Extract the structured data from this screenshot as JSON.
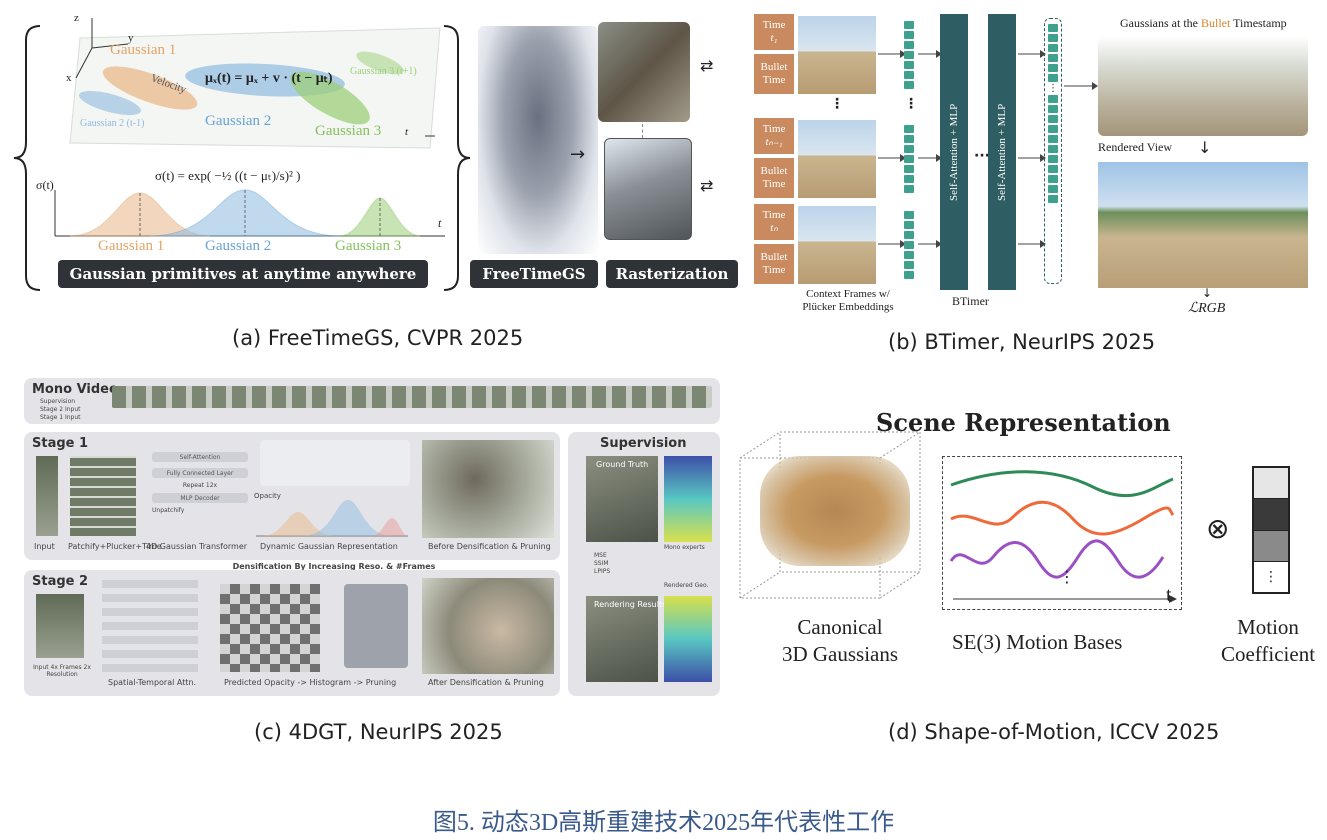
{
  "panel_a": {
    "caption": "(a)  FreeTimeGS, CVPR 2025",
    "gaussian_labels": [
      "Gaussian 1",
      "Gaussian 2",
      "Gaussian 3",
      "Gaussian 2 (t-1)",
      "Gaussian 3 (t+1)"
    ],
    "velocity_label": "Velocity",
    "mean_eq": "μₓ(t) = μₓ + v · (t − μₜ)",
    "sigma_eq": "σ(t) = exp( −½ ((t − μₜ)/s)² )",
    "sigma_axis": "σ(t)",
    "t_axis": "t",
    "axis_z": "z",
    "axis_y": "y",
    "axis_x": "x",
    "curve_labels": [
      "Gaussian 1",
      "Gaussian 2",
      "Gaussian 3"
    ],
    "bottom_banner": "Gaussian primitives at anytime anywhere",
    "freetimegs_label": "FreeTimeGS",
    "raster_label": "Rasterization",
    "colors": {
      "g1": "#e9b889",
      "g2": "#8fbbe0",
      "g3": "#9ccf7a"
    }
  },
  "panel_b": {
    "caption": "(b)  BTimer, NeurIPS 2025",
    "time_rows": [
      {
        "time": "Time",
        "sub": "t₁",
        "bullet": "Bullet Time"
      },
      {
        "time": "Time",
        "sub": "tₙ₋₁",
        "bullet": "Bullet Time"
      },
      {
        "time": "Time",
        "sub": "tₙ",
        "bullet": "Bullet Time"
      }
    ],
    "context_label": "Context Frames w/ Plücker Embeddings",
    "sa_label": "Self-Attention + MLP",
    "btimer_label": "BTimer",
    "gaussians_title_pre": "Gaussians at the ",
    "gaussians_title_hl": "Bullet",
    "gaussians_title_post": " Timestamp",
    "rendered_view": "Rendered View",
    "loss": "ℒRGB"
  },
  "panel_c": {
    "caption": "(c)  4DGT, NeurIPS 2025",
    "mono_video": "Mono Video",
    "legend": [
      "Supervision",
      "Stage 2 Input",
      "Stage 1 Input"
    ],
    "stage1": "Stage 1",
    "stage2": "Stage 2",
    "supervision": "Supervision",
    "s1_labels": [
      "Input",
      "Patchify+Plucker+Time",
      "4D Gaussian Transformer",
      "Dynamic Gaussian Representation",
      "Before Densification & Pruning"
    ],
    "s1_blocks": [
      "Self-Attention",
      "Fully Connected Layer",
      "Repeat 12x",
      "MLP Decoder",
      "Unpatchify"
    ],
    "opacity_label": "Opacity",
    "densify_banner": "Densification By Increasing Reso. & #Frames",
    "s2_labels": [
      "Input 4x Frames 2x Resolution",
      "Spatial-Temporal Attn.",
      "Predicted Opacity -> Histogram -> Pruning",
      "After Densification & Pruning"
    ],
    "sup_labels": [
      "Ground Truth",
      "Rendering Results",
      "Rendered Geo.",
      "Mono experts"
    ],
    "loss_labels": [
      "MSE",
      "SSIM",
      "LPIPS"
    ]
  },
  "panel_d": {
    "caption": "(d)  Shape-of-Motion, ICCV 2025",
    "title": "Scene Representation",
    "canonical": [
      "Canonical",
      "3D Gaussians"
    ],
    "motion_bases": "SE(3) Motion Bases",
    "coeff": [
      "Motion",
      "Coefficient"
    ],
    "t_label": "t",
    "otimes": "⊗",
    "dots": "⋮",
    "coeff_colors": [
      "#e6e6e6",
      "#3a3a3a",
      "#8a8a8a",
      "#ffffff"
    ],
    "curve_colors": [
      "#2e8b57",
      "#ef6a3a",
      "#9b4fc4"
    ]
  },
  "figure_caption": "图5. 动态3D高斯重建技术2025年代表性工作"
}
